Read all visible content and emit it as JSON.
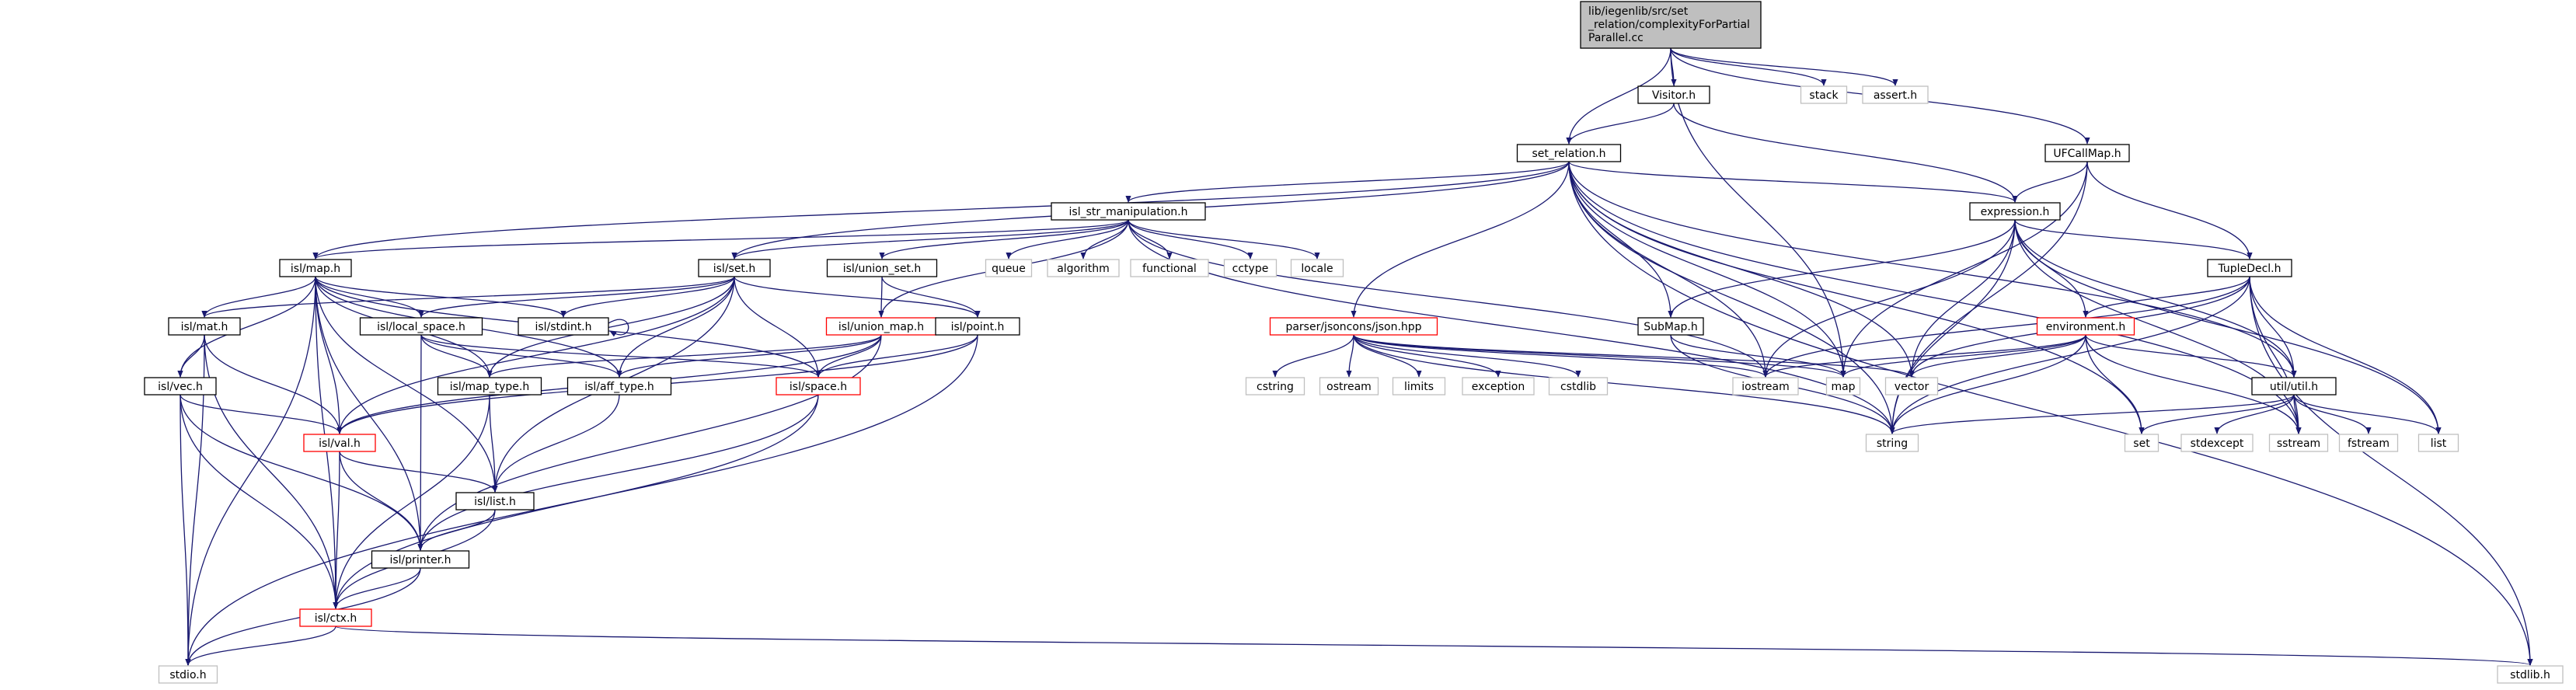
{
  "graph": {
    "edge_color": "#191970",
    "root": {
      "id": "root",
      "lines": [
        "lib/iegenlib/src/set",
        "_relation/complexityForPartial",
        "Parallel.cc"
      ],
      "fill": "#bfbfbf",
      "stroke": "#000000"
    },
    "nodes": [
      {
        "id": "visitor",
        "label": "Visitor.h",
        "style": "normal"
      },
      {
        "id": "stack",
        "label": "stack",
        "style": "external"
      },
      {
        "id": "assert",
        "label": "assert.h",
        "style": "external"
      },
      {
        "id": "setrel",
        "label": "set_relation.h",
        "style": "normal"
      },
      {
        "id": "ufcall",
        "label": "UFCallMap.h",
        "style": "normal"
      },
      {
        "id": "strmanip",
        "label": "isl_str_manipulation.h",
        "style": "normal"
      },
      {
        "id": "expr",
        "label": "expression.h",
        "style": "normal"
      },
      {
        "id": "islmap",
        "label": "isl/map.h",
        "style": "normal"
      },
      {
        "id": "islset",
        "label": "isl/set.h",
        "style": "normal"
      },
      {
        "id": "unionset",
        "label": "isl/union_set.h",
        "style": "normal"
      },
      {
        "id": "queue",
        "label": "queue",
        "style": "external"
      },
      {
        "id": "algorithm",
        "label": "algorithm",
        "style": "external"
      },
      {
        "id": "functional",
        "label": "functional",
        "style": "external"
      },
      {
        "id": "cctype",
        "label": "cctype",
        "style": "external"
      },
      {
        "id": "locale",
        "label": "locale",
        "style": "external"
      },
      {
        "id": "tupledecl",
        "label": "TupleDecl.h",
        "style": "normal"
      },
      {
        "id": "islmat",
        "label": "isl/mat.h",
        "style": "normal"
      },
      {
        "id": "locspace",
        "label": "isl/local_space.h",
        "style": "normal"
      },
      {
        "id": "stdint",
        "label": "isl/stdint.h",
        "style": "normal"
      },
      {
        "id": "unionmap",
        "label": "isl/union_map.h",
        "style": "red"
      },
      {
        "id": "point",
        "label": "isl/point.h",
        "style": "normal"
      },
      {
        "id": "json",
        "label": "parser/jsoncons/json.hpp",
        "style": "red"
      },
      {
        "id": "submap",
        "label": "SubMap.h",
        "style": "normal"
      },
      {
        "id": "env",
        "label": "environment.h",
        "style": "red"
      },
      {
        "id": "utilh",
        "label": "util/util.h",
        "style": "normal"
      },
      {
        "id": "vec",
        "label": "isl/vec.h",
        "style": "normal"
      },
      {
        "id": "maptype",
        "label": "isl/map_type.h",
        "style": "normal"
      },
      {
        "id": "afftype",
        "label": "isl/aff_type.h",
        "style": "normal"
      },
      {
        "id": "space",
        "label": "isl/space.h",
        "style": "red"
      },
      {
        "id": "cstring",
        "label": "cstring",
        "style": "external"
      },
      {
        "id": "ostream",
        "label": "ostream",
        "style": "external"
      },
      {
        "id": "limits",
        "label": "limits",
        "style": "external"
      },
      {
        "id": "exception",
        "label": "exception",
        "style": "external"
      },
      {
        "id": "cstdlib",
        "label": "cstdlib",
        "style": "external"
      },
      {
        "id": "iostream",
        "label": "iostream",
        "style": "external"
      },
      {
        "id": "map",
        "label": "map",
        "style": "external"
      },
      {
        "id": "vector",
        "label": "vector",
        "style": "external"
      },
      {
        "id": "val",
        "label": "isl/val.h",
        "style": "red"
      },
      {
        "id": "string",
        "label": "string",
        "style": "external"
      },
      {
        "id": "set",
        "label": "set",
        "style": "external"
      },
      {
        "id": "stdexcept",
        "label": "stdexcept",
        "style": "external"
      },
      {
        "id": "sstream",
        "label": "sstream",
        "style": "external"
      },
      {
        "id": "fstream",
        "label": "fstream",
        "style": "external"
      },
      {
        "id": "list",
        "label": "list",
        "style": "external"
      },
      {
        "id": "islist",
        "label": "isl/list.h",
        "style": "normal"
      },
      {
        "id": "printer",
        "label": "isl/printer.h",
        "style": "normal"
      },
      {
        "id": "ctx",
        "label": "isl/ctx.h",
        "style": "red"
      },
      {
        "id": "stdio",
        "label": "stdio.h",
        "style": "external"
      },
      {
        "id": "stdlib",
        "label": "stdlib.h",
        "style": "external"
      }
    ],
    "edges": [
      [
        "root",
        "visitor"
      ],
      [
        "root",
        "stack"
      ],
      [
        "root",
        "assert"
      ],
      [
        "root",
        "setrel"
      ],
      [
        "root",
        "ufcall"
      ],
      [
        "root",
        "map"
      ],
      [
        "visitor",
        "setrel"
      ],
      [
        "visitor",
        "expr"
      ],
      [
        "setrel",
        "strmanip"
      ],
      [
        "setrel",
        "expr"
      ],
      [
        "setrel",
        "islmap"
      ],
      [
        "setrel",
        "islset"
      ],
      [
        "setrel",
        "json"
      ],
      [
        "setrel",
        "submap"
      ],
      [
        "setrel",
        "utilh"
      ],
      [
        "setrel",
        "iostream"
      ],
      [
        "setrel",
        "map"
      ],
      [
        "setrel",
        "vector"
      ],
      [
        "setrel",
        "string"
      ],
      [
        "setrel",
        "set"
      ],
      [
        "setrel",
        "sstream"
      ],
      [
        "setrel",
        "stdlib"
      ],
      [
        "ufcall",
        "expr"
      ],
      [
        "ufcall",
        "tupledecl"
      ],
      [
        "ufcall",
        "map"
      ],
      [
        "ufcall",
        "string"
      ],
      [
        "strmanip",
        "islmap"
      ],
      [
        "strmanip",
        "islset"
      ],
      [
        "strmanip",
        "unionset"
      ],
      [
        "strmanip",
        "unionmap"
      ],
      [
        "strmanip",
        "queue"
      ],
      [
        "strmanip",
        "algorithm"
      ],
      [
        "strmanip",
        "functional"
      ],
      [
        "strmanip",
        "cctype"
      ],
      [
        "strmanip",
        "locale"
      ],
      [
        "strmanip",
        "string"
      ],
      [
        "strmanip",
        "iostream"
      ],
      [
        "expr",
        "submap"
      ],
      [
        "expr",
        "tupledecl"
      ],
      [
        "expr",
        "env"
      ],
      [
        "expr",
        "utilh"
      ],
      [
        "expr",
        "iostream"
      ],
      [
        "expr",
        "vector"
      ],
      [
        "expr",
        "string"
      ],
      [
        "expr",
        "list"
      ],
      [
        "expr",
        "sstream"
      ],
      [
        "islmap",
        "islmat"
      ],
      [
        "islmap",
        "locspace"
      ],
      [
        "islmap",
        "stdint"
      ],
      [
        "islmap",
        "maptype"
      ],
      [
        "islmap",
        "afftype"
      ],
      [
        "islmap",
        "space"
      ],
      [
        "islmap",
        "vec"
      ],
      [
        "islmap",
        "val"
      ],
      [
        "islmap",
        "islist"
      ],
      [
        "islmap",
        "printer"
      ],
      [
        "islmap",
        "ctx"
      ],
      [
        "islmap",
        "stdio"
      ],
      [
        "islset",
        "islmat"
      ],
      [
        "islset",
        "locspace"
      ],
      [
        "islset",
        "stdint"
      ],
      [
        "islset",
        "point"
      ],
      [
        "islset",
        "maptype"
      ],
      [
        "islset",
        "afftype"
      ],
      [
        "islset",
        "space"
      ],
      [
        "islset",
        "val"
      ],
      [
        "islset",
        "islist"
      ],
      [
        "unionset",
        "unionmap"
      ],
      [
        "unionset",
        "point"
      ],
      [
        "tupledecl",
        "env"
      ],
      [
        "tupledecl",
        "utilh"
      ],
      [
        "tupledecl",
        "iostream"
      ],
      [
        "tupledecl",
        "vector"
      ],
      [
        "tupledecl",
        "string"
      ],
      [
        "tupledecl",
        "sstream"
      ],
      [
        "tupledecl",
        "list"
      ],
      [
        "tupledecl",
        "stdlib"
      ],
      [
        "islmat",
        "vec"
      ],
      [
        "islmat",
        "val"
      ],
      [
        "islmat",
        "ctx"
      ],
      [
        "islmat",
        "stdio"
      ],
      [
        "locspace",
        "maptype"
      ],
      [
        "locspace",
        "afftype"
      ],
      [
        "locspace",
        "space"
      ],
      [
        "locspace",
        "printer"
      ],
      [
        "stdint",
        "stdint"
      ],
      [
        "unionmap",
        "maptype"
      ],
      [
        "unionmap",
        "afftype"
      ],
      [
        "unionmap",
        "space"
      ],
      [
        "unionmap",
        "val"
      ],
      [
        "unionmap",
        "printer"
      ],
      [
        "point",
        "space"
      ],
      [
        "point",
        "val"
      ],
      [
        "point",
        "stdio"
      ],
      [
        "json",
        "cstring"
      ],
      [
        "json",
        "ostream"
      ],
      [
        "json",
        "limits"
      ],
      [
        "json",
        "exception"
      ],
      [
        "json",
        "cstdlib"
      ],
      [
        "json",
        "string"
      ],
      [
        "json",
        "iostream"
      ],
      [
        "json",
        "map"
      ],
      [
        "json",
        "vector"
      ],
      [
        "submap",
        "map"
      ],
      [
        "submap",
        "string"
      ],
      [
        "env",
        "iostream"
      ],
      [
        "env",
        "map"
      ],
      [
        "env",
        "vector"
      ],
      [
        "env",
        "string"
      ],
      [
        "env",
        "set"
      ],
      [
        "env",
        "sstream"
      ],
      [
        "env",
        "utilh"
      ],
      [
        "utilh",
        "string"
      ],
      [
        "utilh",
        "set"
      ],
      [
        "utilh",
        "stdexcept"
      ],
      [
        "utilh",
        "sstream"
      ],
      [
        "utilh",
        "fstream"
      ],
      [
        "utilh",
        "list"
      ],
      [
        "vec",
        "val"
      ],
      [
        "vec",
        "printer"
      ],
      [
        "vec",
        "ctx"
      ],
      [
        "vec",
        "stdio"
      ],
      [
        "maptype",
        "islist"
      ],
      [
        "maptype",
        "ctx"
      ],
      [
        "afftype",
        "islist"
      ],
      [
        "space",
        "printer"
      ],
      [
        "space",
        "ctx"
      ],
      [
        "val",
        "islist"
      ],
      [
        "val",
        "printer"
      ],
      [
        "val",
        "ctx"
      ],
      [
        "islist",
        "printer"
      ],
      [
        "islist",
        "ctx"
      ],
      [
        "printer",
        "ctx"
      ],
      [
        "printer",
        "stdio"
      ],
      [
        "ctx",
        "stdio"
      ],
      [
        "ctx",
        "stdlib"
      ]
    ]
  }
}
